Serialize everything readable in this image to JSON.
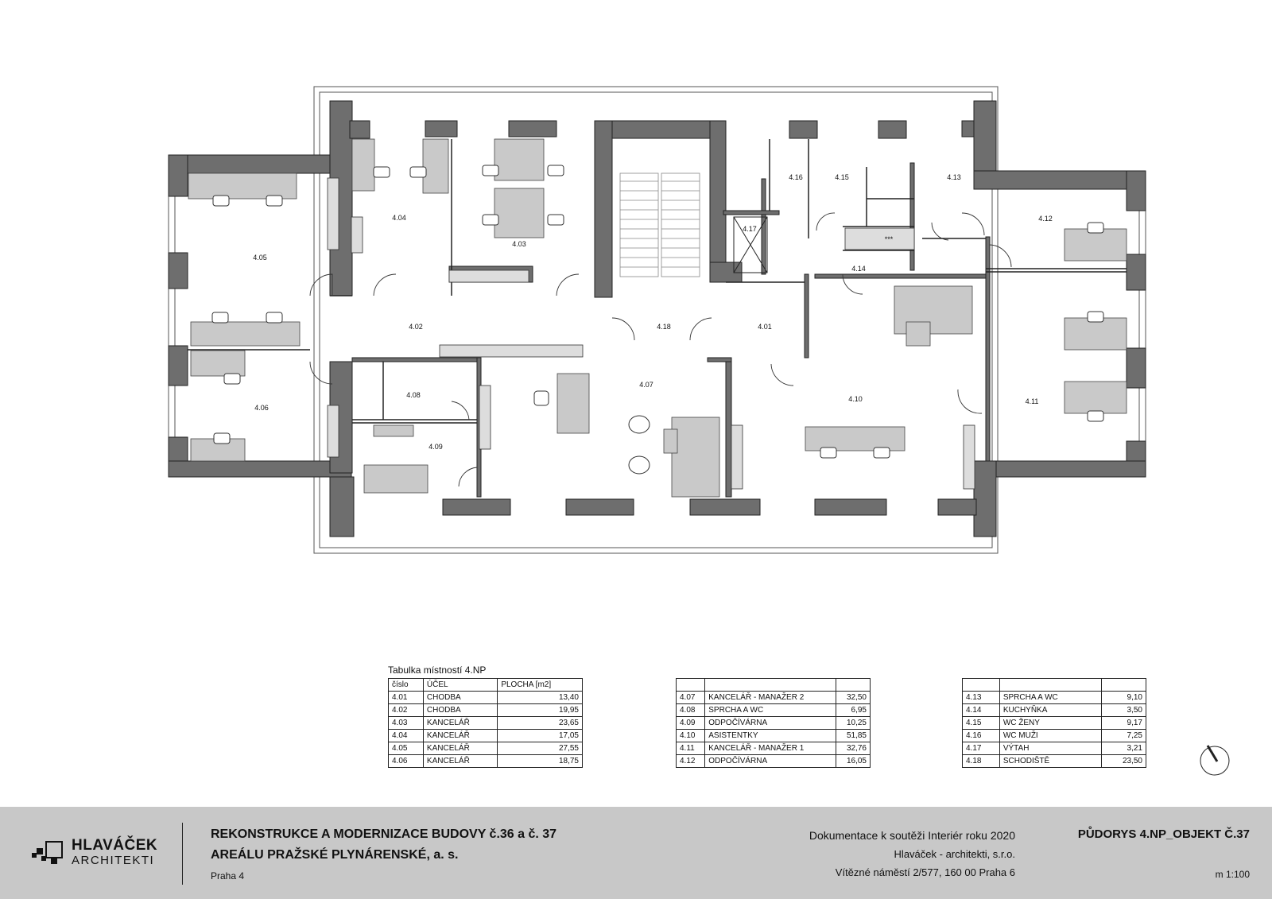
{
  "rooms": [
    {
      "id": "4.01"
    },
    {
      "id": "4.02"
    },
    {
      "id": "4.03"
    },
    {
      "id": "4.04"
    },
    {
      "id": "4.05"
    },
    {
      "id": "4.06"
    },
    {
      "id": "4.07"
    },
    {
      "id": "4.08"
    },
    {
      "id": "4.09"
    },
    {
      "id": "4.10"
    },
    {
      "id": "4.11"
    },
    {
      "id": "4.12"
    },
    {
      "id": "4.13"
    },
    {
      "id": "4.14"
    },
    {
      "id": "4.15"
    },
    {
      "id": "4.16"
    },
    {
      "id": "4.17"
    },
    {
      "id": "4.18"
    }
  ],
  "kitchen_mark": "***",
  "table": {
    "title": "Tabulka místností 4.NP",
    "headers": {
      "number": "číslo",
      "purpose": "ÚČEL",
      "area": "PLOCHA [m2]"
    },
    "col1": [
      {
        "num": "4.01",
        "use": "CHODBA",
        "area": "13,40"
      },
      {
        "num": "4.02",
        "use": "CHODBA",
        "area": "19,95"
      },
      {
        "num": "4.03",
        "use": "KANCELÁŘ",
        "area": "23,65"
      },
      {
        "num": "4.04",
        "use": "KANCELÁŘ",
        "area": "17,05"
      },
      {
        "num": "4.05",
        "use": "KANCELÁŘ",
        "area": "27,55"
      },
      {
        "num": "4.06",
        "use": "KANCELÁŘ",
        "area": "18,75"
      }
    ],
    "col2": [
      {
        "num": "4.07",
        "use": "KANCELÁŘ - MANAŽER 2",
        "area": "32,50"
      },
      {
        "num": "4.08",
        "use": "SPRCHA A WC",
        "area": "6,95"
      },
      {
        "num": "4.09",
        "use": "ODPOČÍVÁRNA",
        "area": "10,25"
      },
      {
        "num": "4.10",
        "use": "ASISTENTKY",
        "area": "51,85"
      },
      {
        "num": "4.11",
        "use": "KANCELÁŘ - MANAŽER 1",
        "area": "32,76"
      },
      {
        "num": "4.12",
        "use": "ODPOČÍVÁRNA",
        "area": "16,05"
      }
    ],
    "col3": [
      {
        "num": "4.13",
        "use": "SPRCHA A WC",
        "area": "9,10"
      },
      {
        "num": "4.14",
        "use": "KUCHYŇKA",
        "area": "3,50"
      },
      {
        "num": "4.15",
        "use": "WC ŽENY",
        "area": "9,17"
      },
      {
        "num": "4.16",
        "use": "WC MUŽI",
        "area": "7,25"
      },
      {
        "num": "4.17",
        "use": "VÝTAH",
        "area": "3,21"
      },
      {
        "num": "4.18",
        "use": "SCHODIŠTĚ",
        "area": "23,50"
      }
    ]
  },
  "footer": {
    "logo_line1": "HLAVÁČEK",
    "logo_line2": "ARCHITEKTI",
    "project_line1": "REKONSTRUKCE A MODERNIZACE BUDOVY č.36 a č. 37",
    "project_line2": "AREÁLU PRAŽSKÉ PLYNÁRENSKÉ, a. s.",
    "city": "Praha 4",
    "doc_line1": "Dokumentace k soutěži Interiér roku 2020",
    "doc_line2": "Hlaváček - architekti, s.r.o.",
    "doc_line3": "Vítězné náměstí 2/577, 160 00 Praha 6",
    "drawing_title": "PŮDORYS 4.NP_OBJEKT Č.37",
    "scale": "m 1:100"
  },
  "colors": {
    "wall": "#6e6e6e",
    "furniture": "#c9c9c9",
    "footer_bg": "#c8c8c8"
  }
}
